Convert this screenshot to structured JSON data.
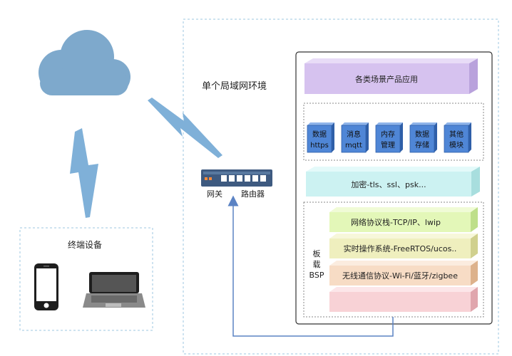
{
  "lan": {
    "title": "单个局域网环境"
  },
  "terminal": {
    "title": "终端设备"
  },
  "gateway": {
    "label_a": "网关",
    "label_b": "路由器"
  },
  "stack": {
    "app_layer": "各类场景产品应用",
    "modules": [
      {
        "line1": "数据",
        "line2": "https"
      },
      {
        "line1": "消息",
        "line2": "mqtt"
      },
      {
        "line1": "内存",
        "line2": "管理"
      },
      {
        "line1": "数据",
        "line2": "存储"
      },
      {
        "line1": "其他",
        "line2": "模块"
      }
    ],
    "encryption_layer": "加密-tls、ssl、psk...",
    "bsp_label": {
      "c1": "板",
      "c2": "载",
      "c3": "BSP"
    },
    "bsp_layers": [
      "网络协议栈-TCP/IP、lwip",
      "实时操作系统-FreeRTOS/ucos..",
      "无线通信协议-Wi-Fi/蓝牙/zigbee",
      ""
    ]
  },
  "colors": {
    "cloud": "#7ea9cc",
    "lightning": "#7fb0d8",
    "app_layer": "#d6c2ef",
    "module": "#4f86d6",
    "encryption": "#ccf2f2",
    "net_layer": "#e3f7b8",
    "rtos_layer": "#efefbe",
    "wireless_layer": "#f7dcc5",
    "bottom_layer": "#f8d2d6",
    "router": "#3e5a80",
    "arrow": "#5b83c4"
  }
}
